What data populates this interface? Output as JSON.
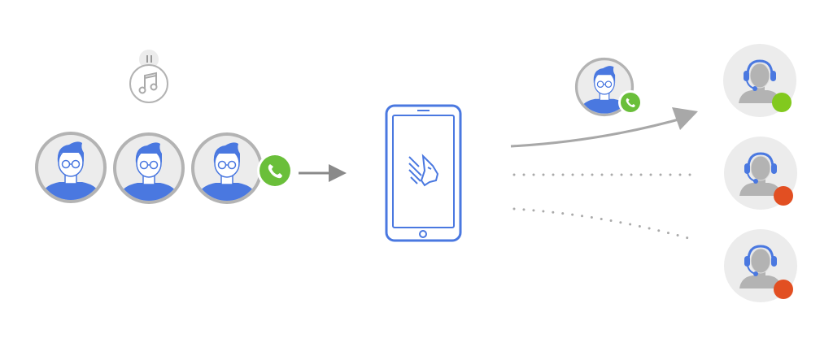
{
  "colors": {
    "accent_blue": "#4a78e0",
    "ring_gray": "#b3b3b3",
    "bg_gray": "#ececec",
    "arrow_gray": "#a8a8a8",
    "call_green": "#6abf3a",
    "available_green": "#82c91e",
    "busy_red": "#e24f22"
  },
  "queue": {
    "callers": [
      {
        "icon": "caller-avatar"
      },
      {
        "icon": "caller-avatar"
      },
      {
        "icon": "caller-avatar"
      }
    ],
    "hold_icon": "music-note-icon",
    "pause_icon": "pause-icon",
    "call_badge_icon": "phone-icon"
  },
  "router": {
    "icon": "smartphone-icon",
    "logo": "lion-logo-icon"
  },
  "routed_caller": {
    "icon": "caller-avatar",
    "badge": "phone-icon"
  },
  "agents": [
    {
      "status": "available",
      "routing": "solid-arrow"
    },
    {
      "status": "busy",
      "routing": "dotted"
    },
    {
      "status": "busy",
      "routing": "dotted"
    }
  ]
}
